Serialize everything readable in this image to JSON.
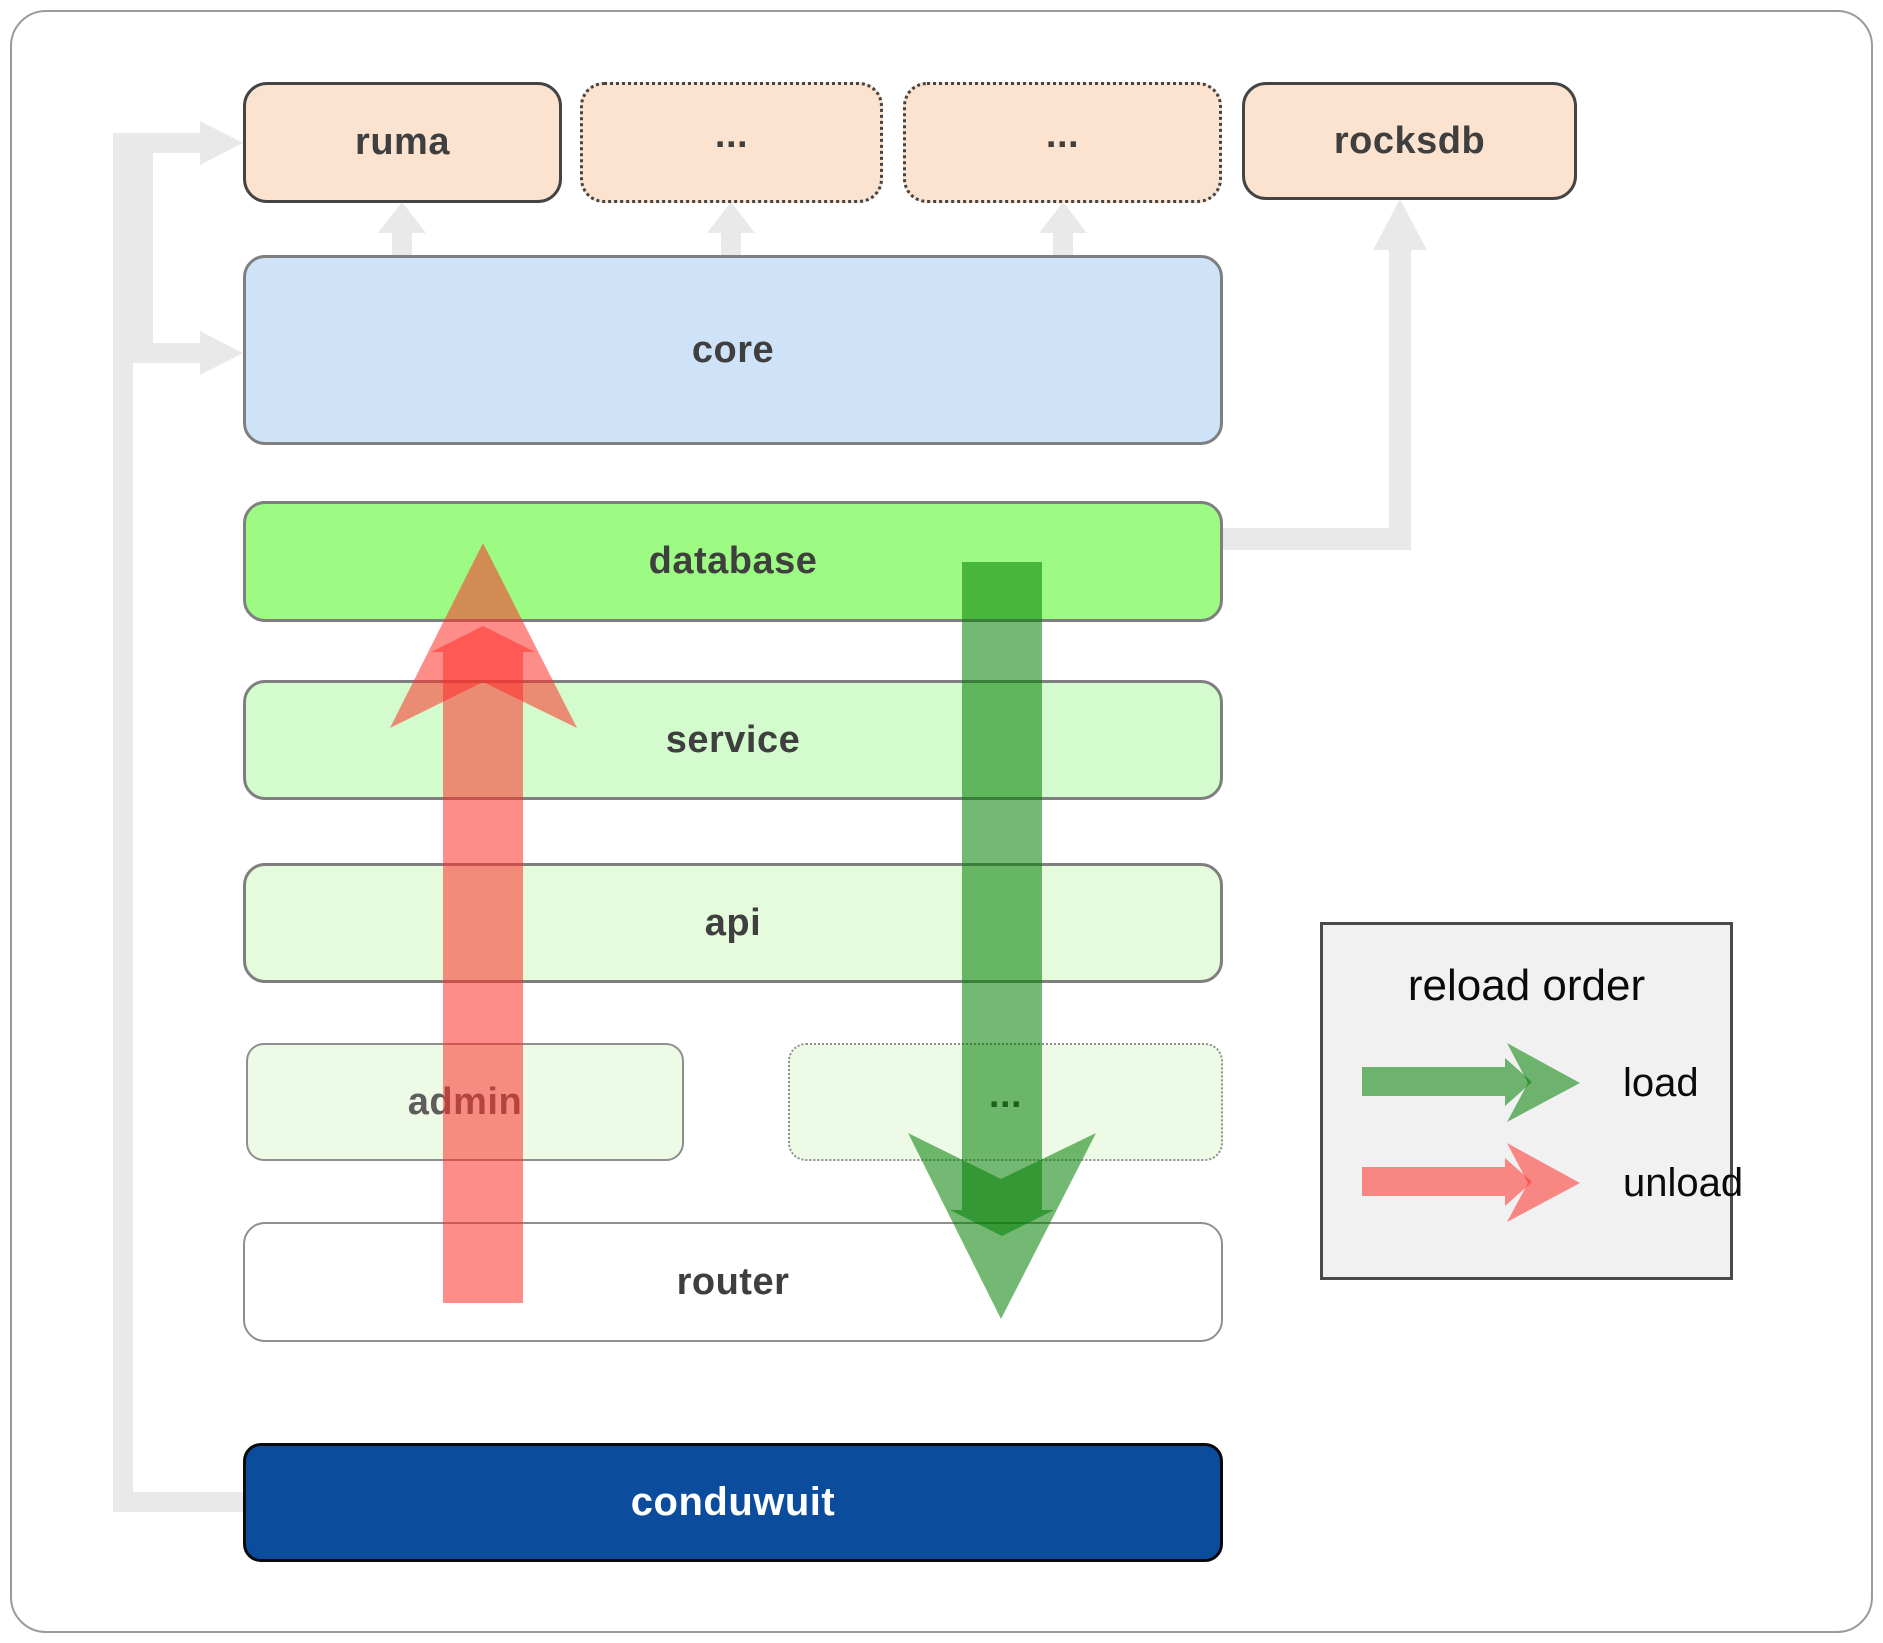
{
  "boxes": {
    "top_row": [
      {
        "label": "ruma"
      },
      {
        "label": "..."
      },
      {
        "label": "..."
      },
      {
        "label": "rocksdb"
      }
    ],
    "core": {
      "label": "core"
    },
    "database": {
      "label": "database"
    },
    "service": {
      "label": "service"
    },
    "api": {
      "label": "api"
    },
    "admin": {
      "label": "admin"
    },
    "ellipsis_row": {
      "label": "..."
    },
    "router": {
      "label": "router"
    },
    "conduwuit": {
      "label": "conduwuit"
    }
  },
  "legend": {
    "title": "reload order",
    "items": [
      {
        "label": "load"
      },
      {
        "label": "unload"
      }
    ]
  },
  "colors": {
    "peach": "#fbe3cf",
    "core_blue": "#cfe3f8",
    "database_green": "#9dfb84",
    "service_green": "#d3fbcd",
    "api_green": "#e4fbdc",
    "admin_green": "#edfbe6",
    "router_white": "#ffffff",
    "conduwuit_blue": "#0b4c9c",
    "legend_bg": "#f1f1f1",
    "arrow_load": "rgba(0,125,0,0.55)",
    "arrow_unload": "rgba(253,48,42,0.55)",
    "connector": "#e9e9e9"
  }
}
